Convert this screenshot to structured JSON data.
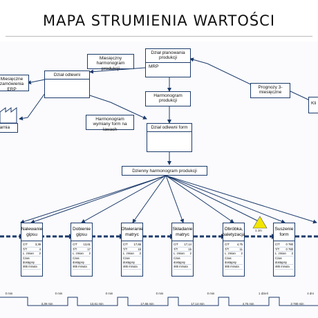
{
  "title": "MAPA STRUMIENIA WARTOŚCI",
  "control": {
    "planning": "Dział planowania produkcji",
    "mrp": "MRP",
    "monthly_schedule": "Miesięczny harmonogram produkcji",
    "foundry": "Dział odlewni",
    "erp": "Miesięczne zamówienia ERP",
    "prod_schedule": "Harmonogram produkcji",
    "form_schedule": "Harmonogram wymiany form na lawach",
    "foundry_form": "Dział odlewni form",
    "forecast": "Prognozy 3-miesięczne",
    "client_partial": "Kli",
    "supplier_partial": "earnia",
    "daily": "Dzienny harmonogram produkcji"
  },
  "processes": [
    {
      "name": "Nalewanie gipsu",
      "ct": "3,39",
      "co": "4",
      "shift": "2",
      "avail": "Czas dostępny",
      "min": "465 minuta"
    },
    {
      "name": "Dobienie gipsu",
      "ct": "13,61",
      "co": "17",
      "shift": "2",
      "avail": "Czas dostępny",
      "min": "465 minuta"
    },
    {
      "name": "Otwieranie matryc",
      "ct": "17,65",
      "co": "15",
      "shift": "2",
      "avail": "Czas dostępny",
      "min": "465 minuta"
    },
    {
      "name": "Składanie matryc",
      "ct": "17,14",
      "co": "15",
      "shift": "2",
      "avail": "Czas dostępny",
      "min": "465 minuta"
    },
    {
      "name": "Obróbka, paletyzacja",
      "ct": "4,75",
      "co": "11",
      "shift": "2",
      "avail": "Czas dostępny",
      "min": "465 minuta"
    },
    {
      "name": "Suszenie form",
      "ct": "0 780",
      "co": "0 780",
      "shift": "2",
      "avail": "Czas dostępny",
      "min": "465 minuta"
    }
  ],
  "db_labels": {
    "ct": "C/T",
    "co": "T/T",
    "shift": "L. zmian"
  },
  "inventory_label": "1 zm",
  "timeline": {
    "upper": [
      "0 min",
      "0 min",
      "0 min",
      "0 min",
      "0 min",
      "1 dzień",
      "4 dni"
    ],
    "lower": [
      "3,39 min",
      "13,61 min",
      "17,65 min",
      "17,14 min",
      "4,75 min",
      "3 780 min"
    ]
  },
  "colors": {
    "line": "#1b3a6b",
    "triangle": "#f2e600"
  }
}
